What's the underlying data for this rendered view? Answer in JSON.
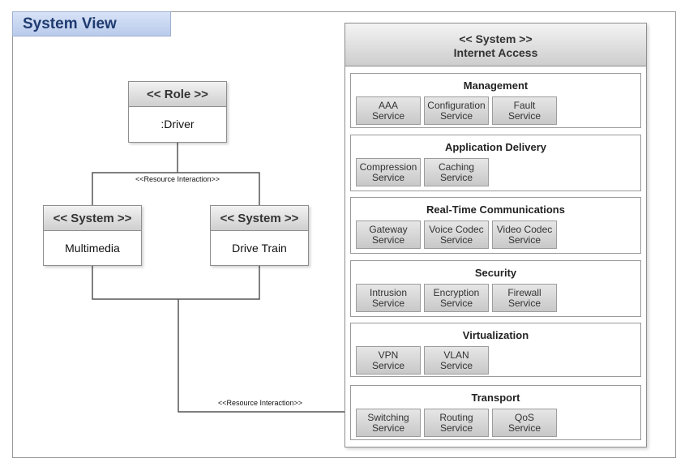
{
  "view_title": "System View",
  "role_node": {
    "header": "<< Role >>",
    "name": ":Driver"
  },
  "multimedia_node": {
    "header": "<< System >>",
    "name": "Multimedia"
  },
  "drivetrain_node": {
    "header": "<< System >>",
    "name": "Drive Train"
  },
  "connectors": {
    "top_label": "<<Resource Interaction>>",
    "bottom_label": "<<Resource Interaction>>"
  },
  "internet_system": {
    "stereotype": "<< System >>",
    "name": "Internet Access",
    "groups": [
      {
        "title": "Management",
        "services": [
          [
            "AAA",
            "Service"
          ],
          [
            "Configuration",
            "Service"
          ],
          [
            "Fault",
            "Service"
          ]
        ]
      },
      {
        "title": "Application Delivery",
        "services": [
          [
            "Compression",
            "Service"
          ],
          [
            "Caching",
            "Service"
          ]
        ]
      },
      {
        "title": "Real-Time Communications",
        "services": [
          [
            "Gateway",
            "Service"
          ],
          [
            "Voice Codec",
            "Service"
          ],
          [
            "Video Codec",
            "Service"
          ]
        ]
      },
      {
        "title": "Security",
        "services": [
          [
            "Intrusion",
            "Service"
          ],
          [
            "Encryption",
            "Service"
          ],
          [
            "Firewall",
            "Service"
          ]
        ]
      },
      {
        "title": "Virtualization",
        "services": [
          [
            "VPN",
            "Service"
          ],
          [
            "VLAN",
            "Service"
          ]
        ]
      },
      {
        "title": "Transport",
        "services": [
          [
            "Switching",
            "Service"
          ],
          [
            "Routing",
            "Service"
          ],
          [
            "QoS",
            "Service"
          ]
        ]
      }
    ]
  }
}
